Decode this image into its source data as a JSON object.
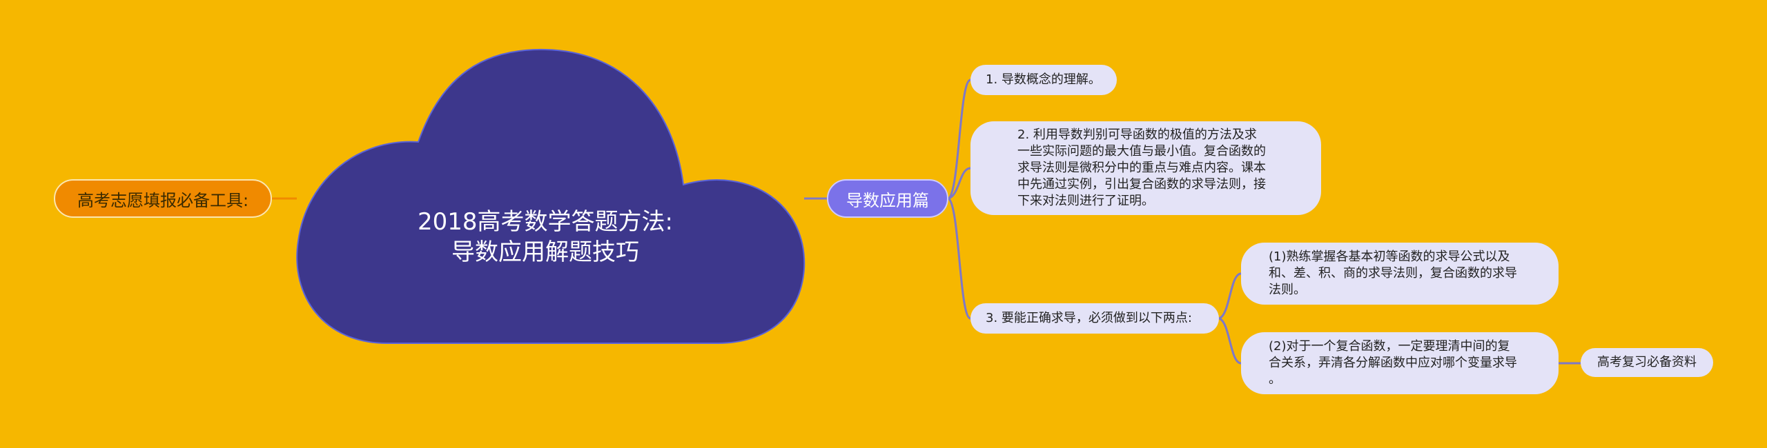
{
  "colors": {
    "background": "#F6B700",
    "cloud": "#3D378C",
    "left_node": "#F08A00",
    "branch_node": "#7B72E9",
    "leaf_node": "#E4E3F7",
    "connector": "#7E78C8"
  },
  "left_node": {
    "label": "高考志愿填报必备工具:"
  },
  "center": {
    "line1": "2018高考数学答题方法:",
    "line2": "导数应用解题技巧"
  },
  "branch": {
    "label": "导数应用篇"
  },
  "leaves": {
    "n1": "1. 导数概念的理解。",
    "n2": {
      "lines": [
        "2. 利用导数判别可导函数的极值的方法及求",
        "一些实际问题的最大值与最小值。复合函数的",
        "求导法则是微积分中的重点与难点内容。课本",
        "中先通过实例，引出复合函数的求导法则，接",
        "下来对法则进行了证明。"
      ]
    },
    "n3": "3. 要能正确求导，必须做到以下两点:",
    "n4": {
      "lines": [
        "(1)熟练掌握各基本初等函数的求导公式以及",
        "和、差、积、商的求导法则，复合函数的求导",
        "法则。"
      ]
    },
    "n5": {
      "lines": [
        "(2)对于一个复合函数，一定要理清中间的复",
        "合关系，弄清各分解函数中应对哪个变量求导",
        "。"
      ]
    },
    "n6": "高考复习必备资料"
  }
}
